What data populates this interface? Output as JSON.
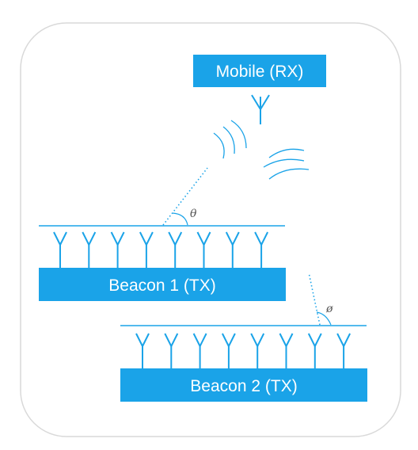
{
  "mobile": {
    "label": "Mobile (RX)"
  },
  "beacons": [
    {
      "label": "Beacon 1 (TX)",
      "antenna_count": 8,
      "angle_symbol": "θ"
    },
    {
      "label": "Beacon 2 (TX)",
      "antenna_count": 8,
      "angle_symbol": "ø"
    }
  ],
  "colors": {
    "accent": "#1AA3E8",
    "frame": "#D9D9D9",
    "text_on_accent": "#FFFFFF",
    "angle_text": "#555555"
  }
}
